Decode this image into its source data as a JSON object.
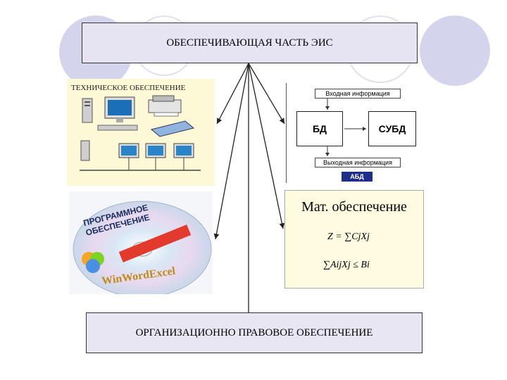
{
  "header": {
    "title": "ОБЕСПЕЧИВАЮЩАЯ ЧАСТЬ ЭИС"
  },
  "tech": {
    "title": "ТЕХНИЧЕСКОЕ ОБЕСПЕЧЕНИЕ"
  },
  "database": {
    "input_label": "Входная информация",
    "bd_label": "БД",
    "subd_label": "СУБД",
    "output_label": "Выходная информация",
    "abd_label": "АБД"
  },
  "software": {
    "label": "ПРОГРАММНОЕ ОБЕСПЕЧЕНИЕ",
    "brands": "WinWordExcel"
  },
  "math": {
    "title": "Мат. обеспечение",
    "formula1": "Z = ∑CjXj",
    "formula2": "∑AijXj ≤ Bi"
  },
  "footer": {
    "title": "ОРГАНИЗАЦИОННО ПРАВОВОЕ ОБЕСПЕЧЕНИЕ"
  },
  "colors": {
    "circle": "#d4d4ec",
    "abd": "#1f2d8a",
    "box_fill": "#e6e3f2"
  }
}
